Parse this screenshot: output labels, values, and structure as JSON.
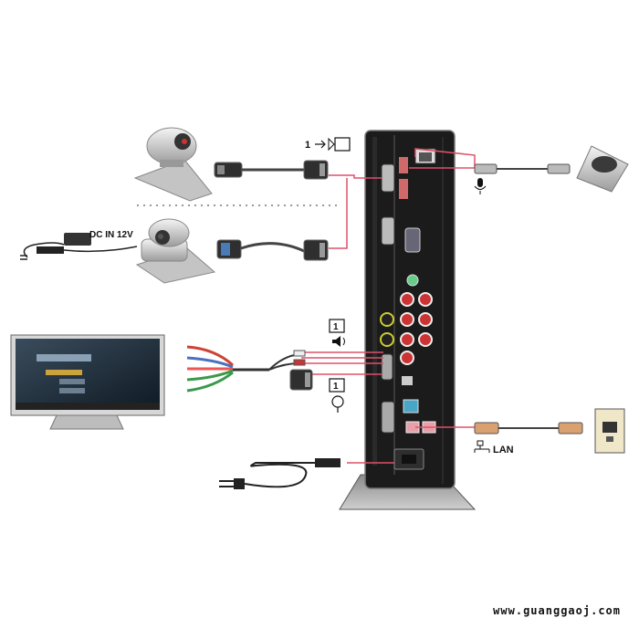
{
  "labels": {
    "dc_in": "DC IN 12V",
    "lan": "LAN",
    "camera_port_number": "1",
    "audio_port_number": "1",
    "vga_port_number": "1"
  },
  "watermark": "www.guanggaoj.com",
  "colors": {
    "cable_red": "#e0506a",
    "device_dark": "#1b1b1b",
    "cable_grey": "#444444"
  },
  "icons": [
    "camera-icon",
    "headphones-icon",
    "audio-icon",
    "lan-icon",
    "microphone-icon"
  ]
}
